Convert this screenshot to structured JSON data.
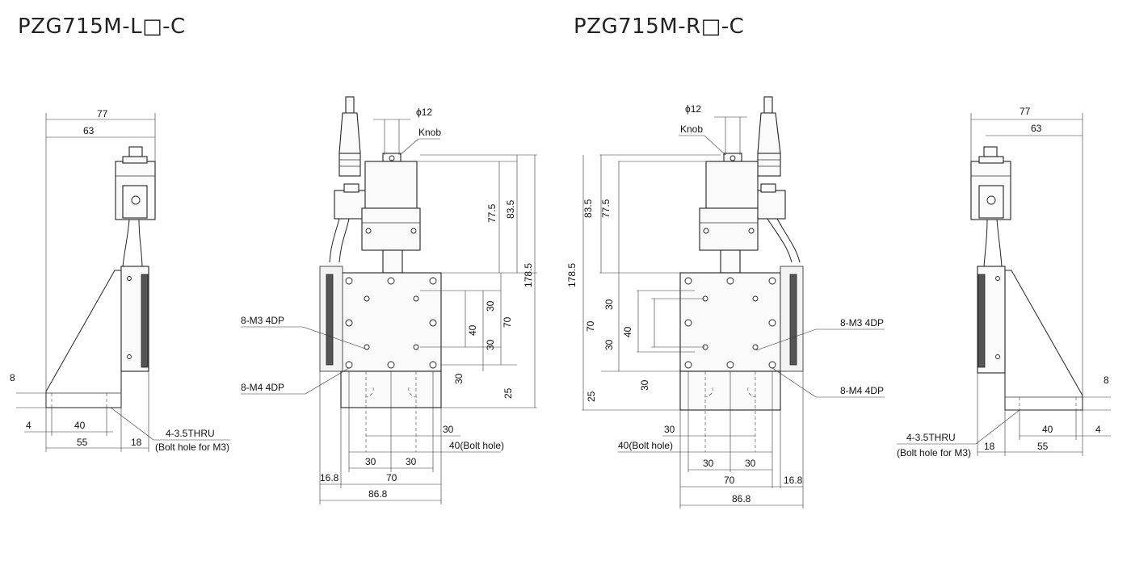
{
  "titles": {
    "left": "PZG715M-L□-C",
    "right": "PZG715M-R□-C"
  },
  "labels": {
    "phi12": "ϕ12",
    "knob": "Knob",
    "m3": "8-M3 4DP",
    "m4": "8-M4 4DP",
    "thru": "4-3.5THRU",
    "bolt_m3": "(Bolt hole for M3)",
    "bolt_hole": "40(Bolt hole)"
  },
  "dims": {
    "d77": "77",
    "d63": "63",
    "d8": "8",
    "d4": "4",
    "d40": "40",
    "d55": "55",
    "d18": "18",
    "d77_5": "77.5",
    "d83_5": "83.5",
    "d178_5": "178.5",
    "d30": "30",
    "d70": "70",
    "d25": "25",
    "d16_8": "16.8",
    "d86_8": "86.8"
  }
}
